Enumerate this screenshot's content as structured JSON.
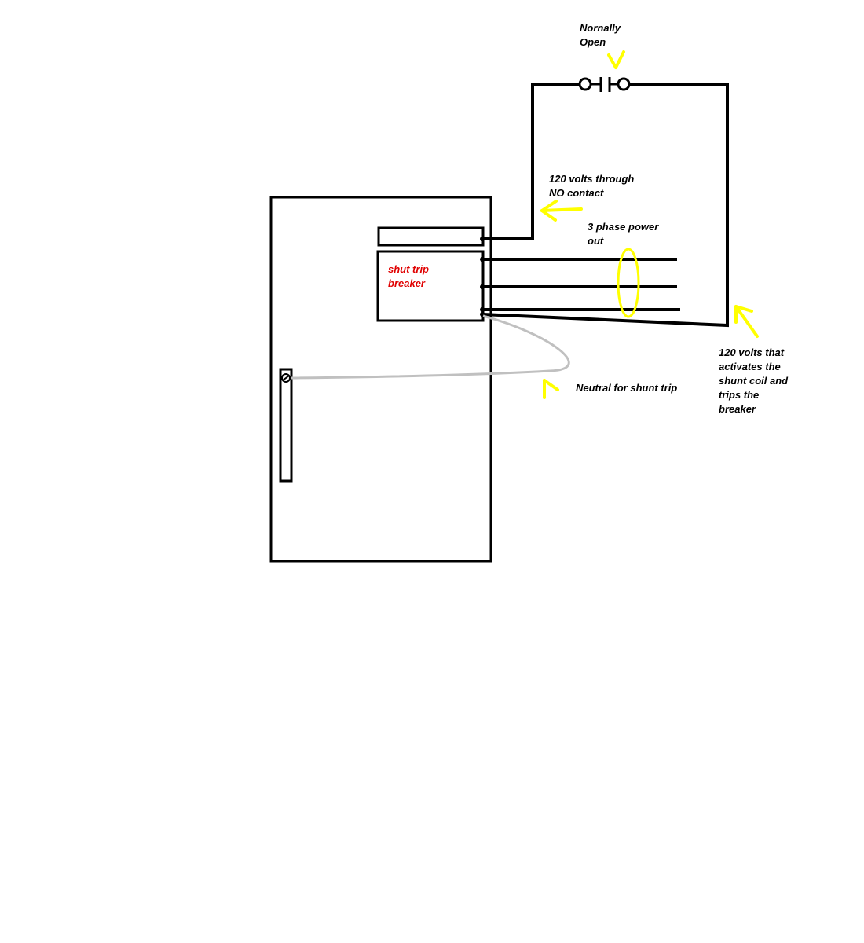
{
  "colors": {
    "wire": "#000000",
    "neutral_wire": "#c0c0c0",
    "annotation": "#ffff00",
    "breaker_label": "#e00000"
  },
  "labels": {
    "normally_open_line1": "Nornally",
    "normally_open_line2": "Open",
    "no_contact_line1": "120 volts through",
    "no_contact_line2": "NO contact",
    "three_phase_line1": "3 phase power",
    "three_phase_line2": "out",
    "breaker_line1": "shut trip",
    "breaker_line2": "breaker",
    "neutral": "Neutral for shunt trip",
    "shunt_line1": "120 volts that",
    "shunt_line2": "activates the",
    "shunt_line3": "shunt coil and",
    "shunt_line4": "trips the",
    "shunt_line5": "breaker"
  }
}
